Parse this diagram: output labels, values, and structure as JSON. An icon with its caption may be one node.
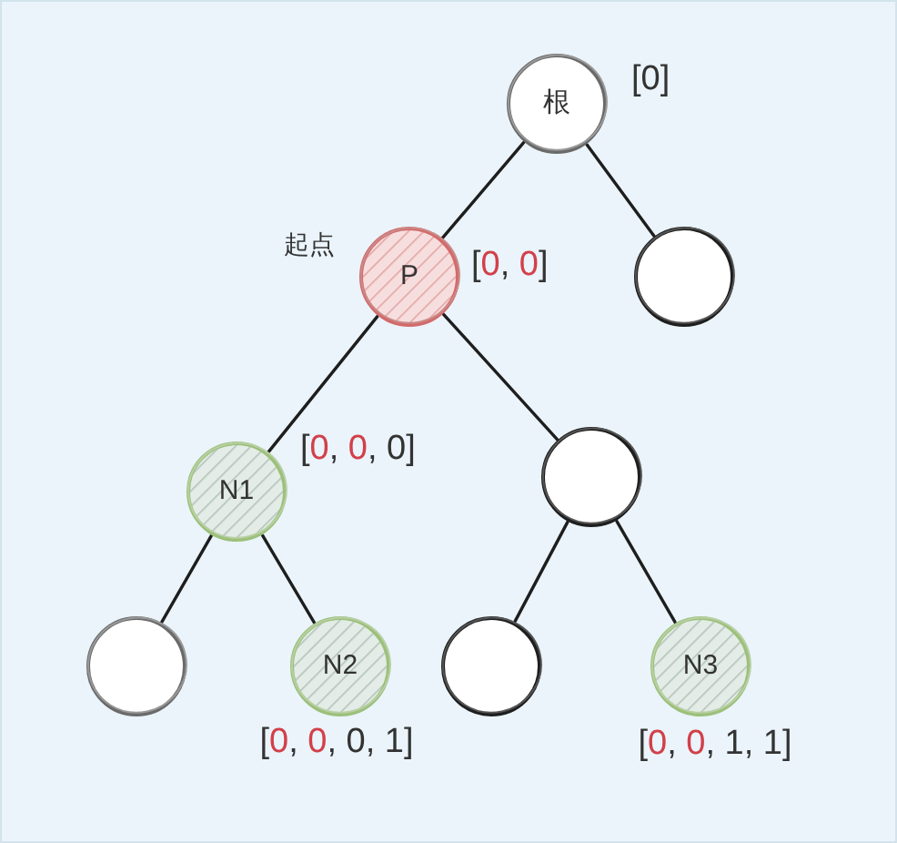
{
  "diagram": {
    "nodes": [
      {
        "text": [
          "根"
        ],
        "beside": [
          "[0]"
        ]
      },
      {
        "text": [
          "P"
        ],
        "beside": [
          "起点",
          "[0, 0]"
        ]
      },
      {
        "text": [],
        "shape": "circle"
      },
      {
        "text": [
          "N1"
        ],
        "beside": [
          "[0, 0, 0]"
        ]
      },
      {
        "text": [],
        "shape": "circle"
      },
      {
        "text": [],
        "shape": "circle"
      },
      {
        "text": [
          "N2"
        ],
        "beside": [
          "[0, 0, 0, 1]"
        ]
      },
      {
        "text": [],
        "shape": "circle"
      },
      {
        "text": [
          "N3"
        ],
        "beside": [
          "[0, 0, 1, 1]"
        ]
      }
    ],
    "edges": [
      {
        "from": 0,
        "to": 1,
        "arrow": "none"
      },
      {
        "from": 0,
        "to": 2,
        "arrow": "none"
      },
      {
        "from": 1,
        "to": 3,
        "arrow": "none"
      },
      {
        "from": 1,
        "to": 4,
        "arrow": "none"
      },
      {
        "from": 3,
        "to": 5,
        "arrow": "none"
      },
      {
        "from": 3,
        "to": 6,
        "arrow": "none"
      },
      {
        "from": 4,
        "to": 7,
        "arrow": "none"
      },
      {
        "from": 4,
        "to": 8,
        "arrow": "none"
      }
    ]
  }
}
